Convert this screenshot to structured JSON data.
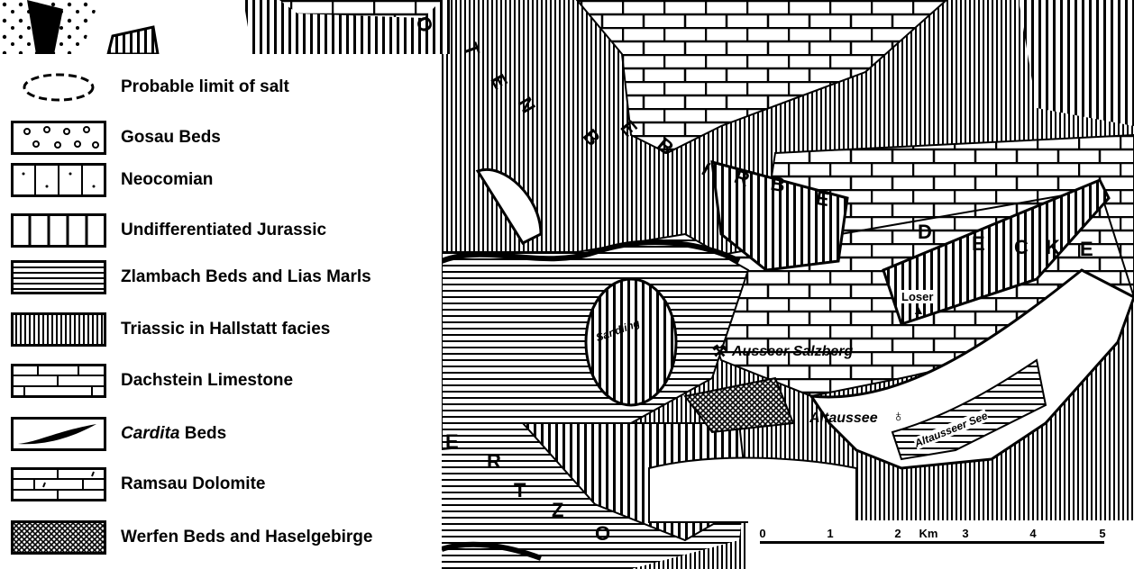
{
  "legend": [
    {
      "pattern": "salt-limit",
      "label": "Probable limit of salt"
    },
    {
      "pattern": "gosau",
      "label": "Gosau Beds"
    },
    {
      "pattern": "neocomian",
      "label": "Neocomian"
    },
    {
      "pattern": "jurassic",
      "label": "Undifferentiated Jurassic"
    },
    {
      "pattern": "zlambach",
      "label": "Zlambach Beds and Lias Marls"
    },
    {
      "pattern": "hallstatt",
      "label": "Triassic in Hallstatt facies"
    },
    {
      "pattern": "dachstein",
      "label": "Dachstein Limestone"
    },
    {
      "pattern": "cardita",
      "label": "Cardita",
      "label_suffix": " Beds"
    },
    {
      "pattern": "ramsau",
      "label": "Ramsau Dolomite"
    },
    {
      "pattern": "werfen",
      "label": "Werfen Beds and Haselgebirge"
    }
  ],
  "places": {
    "sandling": "Sandling",
    "salzberg": "Ausseer Salzberg",
    "altaussee": "Altaussee",
    "lake": "Altausseer See",
    "loser": "Loser"
  },
  "region_letters": {
    "top": [
      "O",
      "T",
      "E",
      "N",
      "B",
      "E",
      "B",
      "I",
      "R",
      "B",
      "E"
    ],
    "decke": [
      "D",
      "E",
      "C",
      "K",
      "E"
    ],
    "bottom": [
      "E",
      "R",
      "T",
      "Z",
      "O"
    ]
  },
  "scale": {
    "ticks": [
      "0",
      "1",
      "2",
      "3",
      "4",
      "5"
    ],
    "unit": "Km"
  }
}
